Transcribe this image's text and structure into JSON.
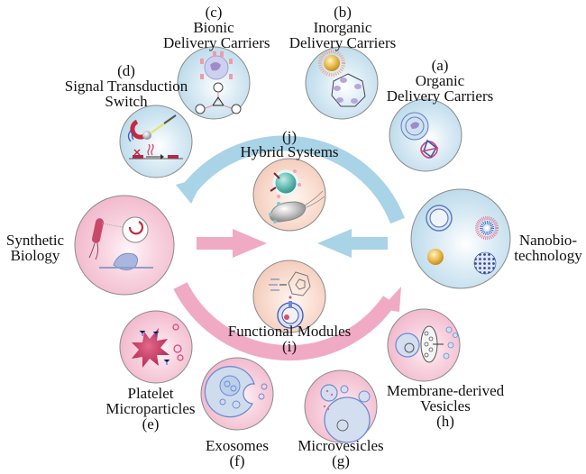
{
  "diagram": {
    "hubs": {
      "synthetic_biology": {
        "label_lines": [
          "Synthetic",
          "Biology"
        ],
        "color": "#f6c3d3"
      },
      "nanobiotechnology": {
        "label_lines": [
          "Nanobio-",
          "technology"
        ],
        "color": "#cfe5f0"
      }
    },
    "center": {
      "hybrid": {
        "tag": "(j)",
        "label": "Hybrid Systems"
      },
      "functional": {
        "label": "Functional Modules",
        "tag": "(i)"
      }
    },
    "blue_items": [
      {
        "id": "a",
        "tag": "(a)",
        "label_lines": [
          "Organic",
          "Delivery Carriers"
        ]
      },
      {
        "id": "b",
        "tag": "(b)",
        "label_lines": [
          "Inorganic",
          "Delivery Carriers"
        ]
      },
      {
        "id": "c",
        "tag": "(c)",
        "label_lines": [
          "Bionic",
          "Delivery Carriers"
        ]
      },
      {
        "id": "d",
        "tag": "(d)",
        "label_lines": [
          "Signal Transduction",
          "Switch"
        ]
      }
    ],
    "pink_items": [
      {
        "id": "e",
        "label_lines": [
          "Platelet",
          "Microparticles"
        ],
        "tag": "(e)"
      },
      {
        "id": "f",
        "label_lines": [
          "Exosomes"
        ],
        "tag": "(f)"
      },
      {
        "id": "g",
        "label_lines": [
          "Microvesicles"
        ],
        "tag": "(g)"
      },
      {
        "id": "h",
        "label_lines": [
          "Membrane-derived",
          "Vesicles"
        ],
        "tag": "(h)"
      }
    ],
    "colors": {
      "blue_arrow": "#a9d3e6",
      "pink_arrow": "#f0aac4",
      "blue_circle_fill": "#d4e9f3",
      "pink_circle_fill": "#f7cfdc",
      "peach_circle_fill": "#f9dccf",
      "circle_stroke": "#8a8a8a"
    }
  }
}
